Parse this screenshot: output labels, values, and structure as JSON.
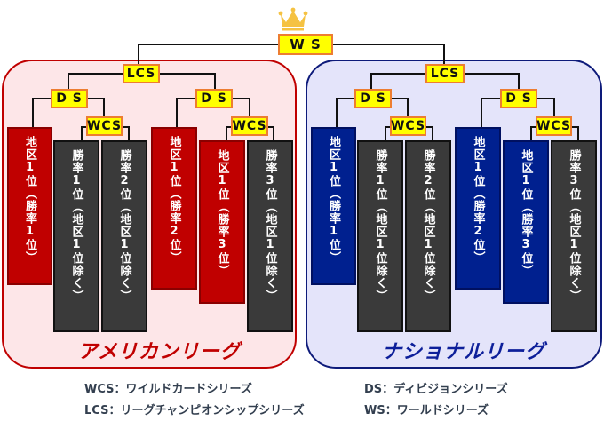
{
  "ws": {
    "label": "W S"
  },
  "american_league": {
    "name": "アメリカンリーグ",
    "color": "#c00000",
    "lcs": "LCS",
    "ds": [
      "D S",
      "D S"
    ],
    "wcs": [
      "WCS",
      "WCS"
    ],
    "columns": [
      {
        "text": "地区1位（勝率1位）",
        "type": "division"
      },
      {
        "text": "勝率1位（地区1位除く）",
        "type": "wildcard"
      },
      {
        "text": "勝率2位（地区1位除く）",
        "type": "wildcard"
      },
      {
        "text": "地区1位（勝率2位）",
        "type": "division"
      },
      {
        "text": "地区1位（勝率3位）",
        "type": "division"
      },
      {
        "text": "勝率3位（地区1位除く）",
        "type": "wildcard"
      }
    ]
  },
  "national_league": {
    "name": "ナショナルリーグ",
    "color": "#0d1f9a",
    "lcs": "LCS",
    "ds": [
      "D S",
      "D S"
    ],
    "wcs": [
      "WCS",
      "WCS"
    ],
    "columns": [
      {
        "text": "地区1位（勝率1位）",
        "type": "division"
      },
      {
        "text": "勝率1位（地区1位除く）",
        "type": "wildcard"
      },
      {
        "text": "勝率2位（地区1位除く）",
        "type": "wildcard"
      },
      {
        "text": "地区1位（勝率2位）",
        "type": "division"
      },
      {
        "text": "地区1位（勝率3位）",
        "type": "division"
      },
      {
        "text": "勝率3位（地区1位除く）",
        "type": "wildcard"
      }
    ]
  },
  "legend": [
    {
      "abbr": "WCS",
      "desc": "：ワイルドカードシリーズ"
    },
    {
      "abbr": "DS",
      "desc": "：ディビジョンシリーズ"
    },
    {
      "abbr": "LCS",
      "desc": "：リーグチャンピオンシップシリーズ"
    },
    {
      "abbr": "WS",
      "desc": "：ワールドシリーズ"
    }
  ],
  "icons": {
    "crown": "crown-icon"
  },
  "colors": {
    "tag_fill": "#ffff00",
    "tag_border": "#ed7d31",
    "wildcard": "#3a3a3a",
    "crown": "#f5c242"
  }
}
